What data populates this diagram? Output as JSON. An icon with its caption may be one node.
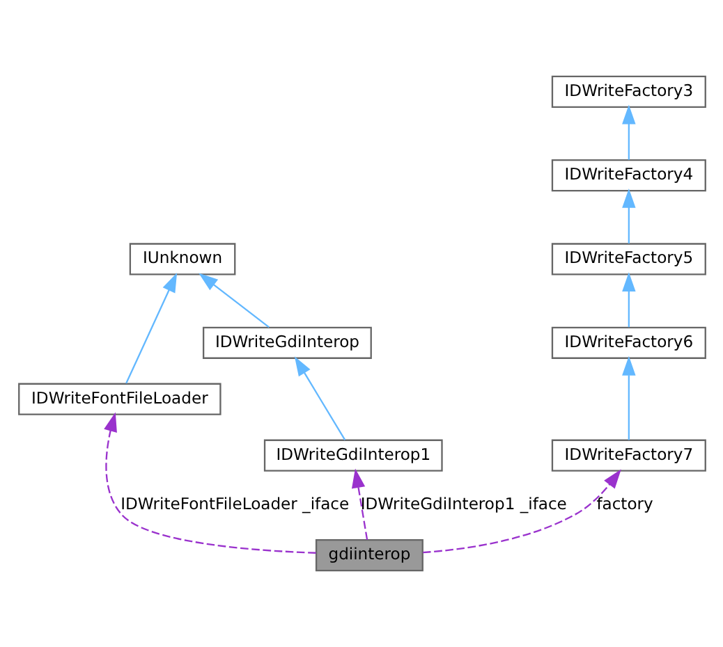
{
  "diagram": {
    "nodes": [
      {
        "text": [
          "IDWriteFactory3"
        ]
      },
      {
        "text": [
          "IDWriteFactory4"
        ]
      },
      {
        "text": [
          "IUnknown"
        ]
      },
      {
        "text": [
          "IDWriteFactory5"
        ]
      },
      {
        "text": [
          "IDWriteGdiInterop"
        ]
      },
      {
        "text": [
          "IDWriteFactory6"
        ]
      },
      {
        "text": [
          "IDWriteFontFileLoader"
        ]
      },
      {
        "text": [
          "IDWriteGdiInterop1"
        ]
      },
      {
        "text": [
          "IDWriteFactory7"
        ]
      },
      {
        "text": [
          "gdiinterop"
        ]
      }
    ],
    "edges": [
      {
        "from": 1,
        "to": 0,
        "arrow": "to"
      },
      {
        "from": 3,
        "to": 1,
        "arrow": "to"
      },
      {
        "from": 5,
        "to": 3,
        "arrow": "to"
      },
      {
        "from": 8,
        "to": 5,
        "arrow": "to"
      },
      {
        "from": 4,
        "to": 2,
        "arrow": "to"
      },
      {
        "from": 6,
        "to": 2,
        "arrow": "to"
      },
      {
        "from": 7,
        "to": 4,
        "arrow": "to"
      },
      {
        "from": 9,
        "to": 7,
        "arrow": "to",
        "label": "IDWriteGdiInterop1 _iface",
        "style": "dashed",
        "color": "#9a32cd"
      },
      {
        "from": 9,
        "to": 6,
        "arrow": "to",
        "label": "IDWriteFontFileLoader _iface",
        "style": "dashed",
        "color": "#9a32cd"
      },
      {
        "from": 9,
        "to": 8,
        "arrow": "to",
        "label": "factory",
        "style": "dashed",
        "color": "#9a32cd"
      }
    ]
  }
}
